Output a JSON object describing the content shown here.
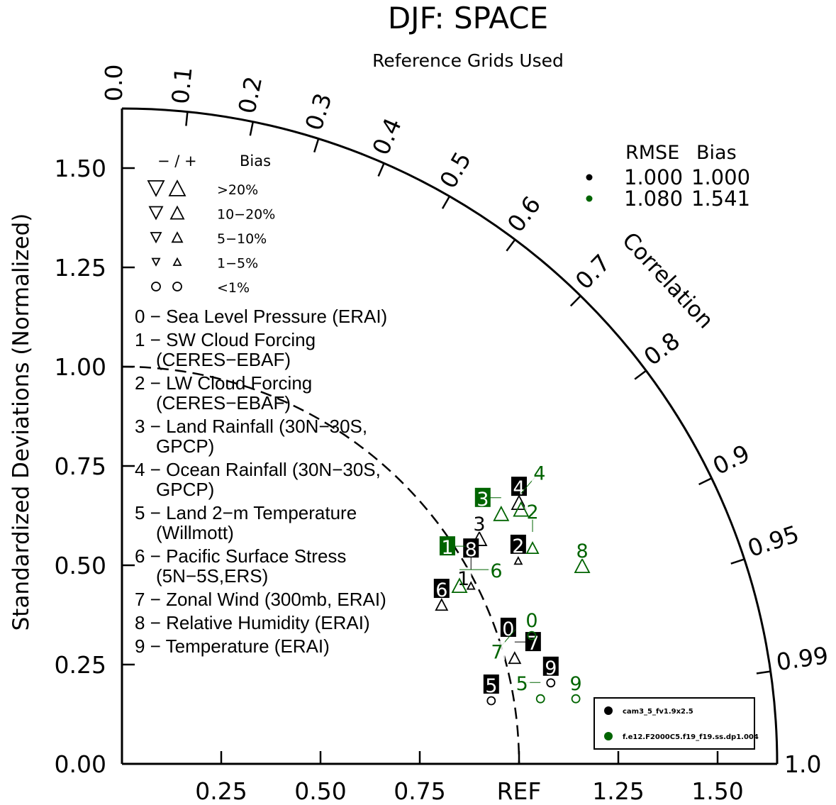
{
  "chart_data": {
    "type": "scatter",
    "subtype": "taylor-diagram",
    "title": "DJF: SPACE",
    "subtitle": "Reference Grids Used",
    "ylabel": "Standardized Deviations (Normalized)",
    "arc_label": "Correlation",
    "y_ticks": [
      "0.00",
      "0.25",
      "0.50",
      "0.75",
      "1.00",
      "1.25",
      "1.50"
    ],
    "y_tick_values": [
      0,
      0.25,
      0.5,
      0.75,
      1.0,
      1.25,
      1.5
    ],
    "x_ticks": [
      "0.25",
      "0.50",
      "0.75",
      "REF",
      "1.25",
      "1.50"
    ],
    "x_tick_values": [
      0.25,
      0.5,
      0.75,
      1.0,
      1.25,
      1.5
    ],
    "max_std": 1.65,
    "corr_ticks": [
      "0.0",
      "0.1",
      "0.2",
      "0.3",
      "0.4",
      "0.5",
      "0.6",
      "0.7",
      "0.8",
      "0.9",
      "0.95",
      "0.99",
      "1.0"
    ],
    "corr_values": [
      0,
      0.1,
      0.2,
      0.3,
      0.4,
      0.5,
      0.6,
      0.7,
      0.8,
      0.9,
      0.95,
      0.99,
      1.0
    ],
    "bias_legend": {
      "header_sign": "− / +",
      "header": "Bias",
      "rows": [
        ">20%",
        "10−20%",
        "5−10%",
        "1−5%",
        "<1%"
      ]
    },
    "stats": {
      "header_rmse": "RMSE",
      "header_bias": "Bias",
      "rows": [
        {
          "color": "#000000",
          "rmse": "1.000",
          "bias": "1.000"
        },
        {
          "color": "#006400",
          "rmse": "1.080",
          "bias": "1.541"
        }
      ]
    },
    "cases": [
      {
        "name": "cam3_5_fv1.9x2.5",
        "color": "#000000"
      },
      {
        "name": "f.e12.F2000C5.f19_f19.ss.dp1.004",
        "color": "#006400"
      }
    ],
    "variables": [
      "0 − Sea Level Pressure (ERAI)",
      "1 − SW Cloud Forcing (CERES−EBAF)",
      "2 − LW Cloud Forcing (CERES−EBAF)",
      "3 − Land Rainfall (30N−30S, GPCP)",
      "4 − Ocean Rainfall (30N−30S, GPCP)",
      "5 − Land 2−m Temperature (Willmott)",
      "6 − Pacific Surface Stress (5N−5S,ERS)",
      "7 − Zonal Wind (300mb, ERAI)",
      "8 − Relative Humidity (ERAI)",
      "9 − Temperature (ERAI)"
    ],
    "series": [
      {
        "name": "cam3_5_fv1.9x2.5",
        "color": "#000000",
        "points": [
          {
            "label": "0",
            "x": 0.973,
            "y": 0.343,
            "boxed": true,
            "marker": "none"
          },
          {
            "label": "1",
            "x": 0.86,
            "y": 0.47,
            "boxed": false,
            "marker": "none"
          },
          {
            "label": "2",
            "x": 0.998,
            "y": 0.552,
            "boxed": true,
            "marker": "up-small"
          },
          {
            "label": "3",
            "x": 0.9,
            "y": 0.607,
            "boxed": false,
            "marker": "up-large"
          },
          {
            "label": "4",
            "x": 1.0,
            "y": 0.698,
            "boxed": true,
            "marker": "up-large"
          },
          {
            "label": "5",
            "x": 0.93,
            "y": 0.2,
            "boxed": true,
            "marker": "circle"
          },
          {
            "label": "6",
            "x": 0.805,
            "y": 0.441,
            "boxed": true,
            "marker": "up-medium"
          },
          {
            "label": "7",
            "x": 0.989,
            "y": 0.307,
            "boxed": true,
            "marker": "up-medium"
          },
          {
            "label": "8",
            "x": 0.879,
            "y": 0.489,
            "boxed": true,
            "marker": "up-small"
          },
          {
            "label": "9",
            "x": 1.08,
            "y": 0.245,
            "boxed": true,
            "marker": "circle"
          }
        ]
      },
      {
        "name": "f.e12.F2000C5.f19_f19.ss.dp1.004",
        "color": "#006400",
        "points": [
          {
            "label": "0",
            "x": 1.032,
            "y": 0.364,
            "boxed": false,
            "marker": "circle"
          },
          {
            "label": "1",
            "x": 0.866,
            "y": 0.548,
            "boxed": true,
            "marker": "none"
          },
          {
            "label": "2",
            "x": 1.034,
            "y": 0.584,
            "boxed": false,
            "marker": "up-medium"
          },
          {
            "label": "3",
            "x": 0.955,
            "y": 0.67,
            "boxed": true,
            "marker": "up-large"
          },
          {
            "label": "4",
            "x": 1.005,
            "y": 0.681,
            "boxed": false,
            "marker": "up-large"
          },
          {
            "label": "5",
            "x": 1.054,
            "y": 0.205,
            "boxed": false,
            "marker": "circle"
          },
          {
            "label": "6",
            "x": 0.85,
            "y": 0.489,
            "boxed": false,
            "marker": "up-large"
          },
          {
            "label": "7",
            "x": 0.991,
            "y": 0.338,
            "boxed": false,
            "marker": "none"
          },
          {
            "label": "8",
            "x": 1.159,
            "y": 0.539,
            "boxed": false,
            "marker": "up-large"
          },
          {
            "label": "9",
            "x": 1.143,
            "y": 0.205,
            "boxed": false,
            "marker": "circle"
          }
        ]
      }
    ]
  }
}
